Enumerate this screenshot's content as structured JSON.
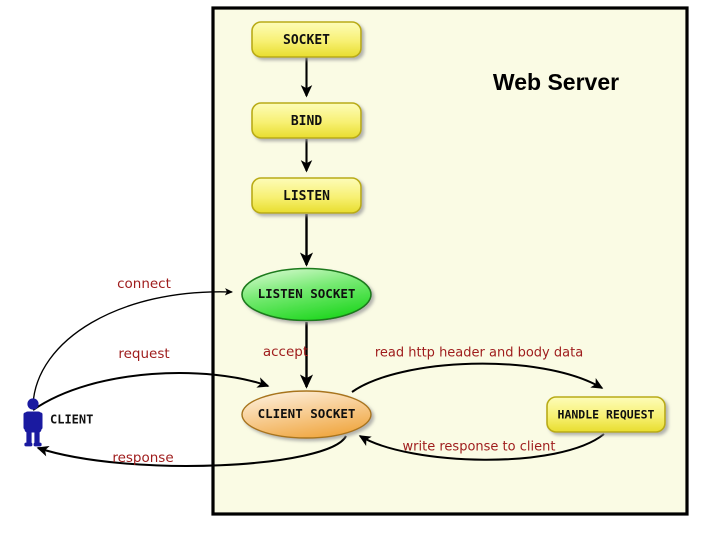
{
  "diagram": {
    "title": "Web Server socket lifecycle flowchart",
    "colors": {
      "page_background": "#ffffff",
      "server_panel_fill": "#fafbe4",
      "server_panel_border": "#000000",
      "box_fill_top": "#fdfba8",
      "box_fill_bottom": "#ece33c",
      "box_border": "#b9ab15",
      "listen_socket_fill_top": "#c3f5bb",
      "listen_socket_fill_bottom": "#2ee02e",
      "listen_socket_border": "#1a7a1a",
      "client_socket_fill_top": "#fbe9cf",
      "client_socket_fill_bottom": "#f3b158",
      "client_socket_border": "#a8741f",
      "edge_stroke": "#000000",
      "edge_label_text": "#9e1b1b",
      "actor_color": "#1a1aa0",
      "node_text": "#101010"
    },
    "server_panel": {
      "label": "Web Server",
      "title_position": "top-right"
    },
    "actor": {
      "label": "CLIENT",
      "icon": "person-icon"
    },
    "nodes": [
      {
        "id": "socket",
        "label": "SOCKET",
        "shape": "rounded-rect",
        "style": "yellow"
      },
      {
        "id": "bind",
        "label": "BIND",
        "shape": "rounded-rect",
        "style": "yellow"
      },
      {
        "id": "listen",
        "label": "LISTEN",
        "shape": "rounded-rect",
        "style": "yellow"
      },
      {
        "id": "listen-socket",
        "label": "LISTEN SOCKET",
        "shape": "ellipse",
        "style": "green"
      },
      {
        "id": "client-socket",
        "label": "CLIENT SOCKET",
        "shape": "ellipse",
        "style": "orange"
      },
      {
        "id": "handle-request",
        "label": "HANDLE REQUEST",
        "shape": "rounded-rect",
        "style": "yellow"
      }
    ],
    "edges": [
      {
        "id": "socket-bind",
        "from": "socket",
        "to": "bind",
        "label": ""
      },
      {
        "id": "bind-listen",
        "from": "bind",
        "to": "listen",
        "label": ""
      },
      {
        "id": "listen-listensocket",
        "from": "listen",
        "to": "listen-socket",
        "label": ""
      },
      {
        "id": "client-connect",
        "from": "client",
        "to": "listen-socket",
        "label": "connect"
      },
      {
        "id": "listensocket-accept",
        "from": "listen-socket",
        "to": "client-socket",
        "label": "accept"
      },
      {
        "id": "client-request",
        "from": "client",
        "to": "client-socket",
        "label": "request"
      },
      {
        "id": "read-http",
        "from": "client-socket",
        "to": "handle-request",
        "label": "read http header and body data"
      },
      {
        "id": "write-response",
        "from": "handle-request",
        "to": "client-socket",
        "label": "write response to client"
      },
      {
        "id": "client-socket-response",
        "from": "client-socket",
        "to": "client",
        "label": "response"
      }
    ]
  }
}
